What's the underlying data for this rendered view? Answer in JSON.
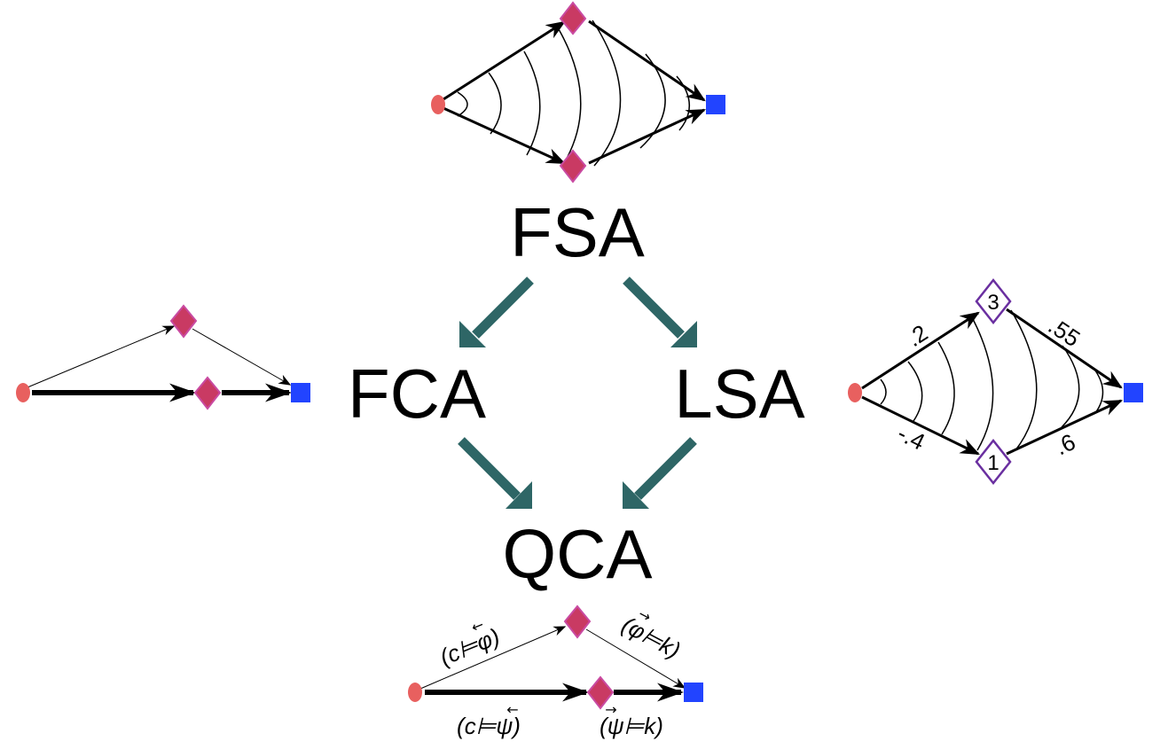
{
  "colors": {
    "start_node": "#e8605f",
    "mid_node_fill": "#c93a63",
    "mid_node_stroke": "#c94aa2",
    "end_node": "#2244ff",
    "labeled_node_stroke": "#6a2fa0",
    "flow_arrow": "#2e6666",
    "edge": "#000000"
  },
  "hierarchy": {
    "top": "FSA",
    "left": "FCA",
    "right": "LSA",
    "bottom": "QCA",
    "edges": [
      {
        "from": "FSA",
        "to": "FCA"
      },
      {
        "from": "FSA",
        "to": "LSA"
      },
      {
        "from": "FCA",
        "to": "QCA"
      },
      {
        "from": "LSA",
        "to": "QCA"
      }
    ]
  },
  "fsa_graph": {
    "nodes": [
      "start",
      "upper",
      "lower",
      "end"
    ],
    "edges": [
      [
        "start",
        "upper"
      ],
      [
        "start",
        "lower"
      ],
      [
        "upper",
        "end"
      ],
      [
        "lower",
        "end"
      ]
    ],
    "arcs": "amplitude arcs spanning paths"
  },
  "fca_graph": {
    "nodes": [
      "start",
      "upper",
      "middle",
      "end"
    ],
    "edges": [
      {
        "from": "start",
        "to": "upper",
        "weight": "thin"
      },
      {
        "from": "upper",
        "to": "end",
        "weight": "thin"
      },
      {
        "from": "start",
        "to": "middle",
        "weight": "thick"
      },
      {
        "from": "middle",
        "to": "end",
        "weight": "thick"
      }
    ]
  },
  "lsa_graph": {
    "node_labels": {
      "upper": "3",
      "lower": "1"
    },
    "edge_labels": {
      "start_upper": ".2",
      "start_lower": "-.4",
      "upper_end": ".55",
      "lower_end": ".6"
    }
  },
  "qca_graph": {
    "edge_labels": {
      "start_upper": "(c⊨φ)",
      "upper_end": "(φ⊨k)",
      "start_middle": "(c⊨ψ)",
      "middle_end": "(ψ⊨k)"
    },
    "arrow_marks": {
      "start_upper": "←",
      "upper_end": "→",
      "start_middle": "←",
      "middle_end": "→"
    }
  }
}
